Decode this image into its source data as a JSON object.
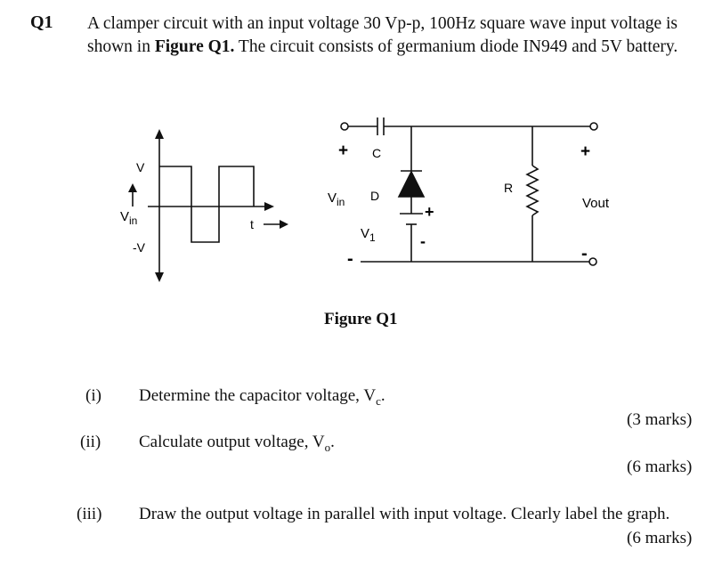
{
  "question": {
    "number": "Q1",
    "text_pre": "A clamper circuit with an input voltage 30 Vp-p, 100Hz square wave input voltage is shown in ",
    "text_bold": "Figure Q1.",
    "text_post": " The circuit consists of germanium diode IN949 and 5V battery."
  },
  "figure": {
    "caption": "Figure Q1",
    "waveform_labels": {
      "v_pos": "V",
      "v_neg": "-V",
      "vin": "V",
      "vin_sub": "in",
      "time": "t"
    },
    "circuit_labels": {
      "plus_in": "+",
      "minus_in": "-",
      "cap": "C",
      "vin": "V",
      "vin_sub": "in",
      "diode": "D",
      "battery": "V",
      "battery_sub": "1",
      "battery_plus": "+",
      "battery_minus": "-",
      "resistor": "R",
      "vout": "Vout",
      "plus_out": "+",
      "minus_out": "-"
    }
  },
  "parts": [
    {
      "roman": "(i)",
      "text": "Determine the capacitor voltage, V",
      "sub": "c",
      "end": ".",
      "marks": "(3 marks)"
    },
    {
      "roman": "(ii)",
      "text": "Calculate output voltage, V",
      "sub": "o",
      "end": ".",
      "marks": "(6 marks)"
    },
    {
      "roman": "(iii)",
      "text": "Draw the output voltage in parallel with input voltage. Clearly label the graph.",
      "sub": "",
      "end": "",
      "marks": "(6 marks)"
    }
  ]
}
